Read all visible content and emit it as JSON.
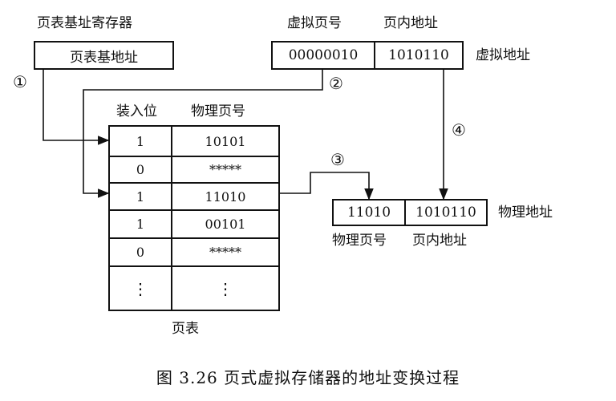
{
  "page_table_base_register": {
    "title": "页表基址寄存器",
    "content": "页表基地址"
  },
  "virtual_address": {
    "header_page_number": "虚拟页号",
    "header_offset": "页内地址",
    "page_number_value": "00000010",
    "offset_value": "1010110",
    "label": "虚拟地址"
  },
  "page_table": {
    "col_valid": "装入位",
    "col_frame": "物理页号",
    "rows": [
      {
        "valid": "1",
        "frame": "10101"
      },
      {
        "valid": "0",
        "frame": "*****"
      },
      {
        "valid": "1",
        "frame": "11010"
      },
      {
        "valid": "1",
        "frame": "00101"
      },
      {
        "valid": "0",
        "frame": "*****"
      },
      {
        "valid": "⋮",
        "frame": "⋮"
      }
    ],
    "label": "页表"
  },
  "physical_address": {
    "frame_value": "11010",
    "offset_value": "1010110",
    "label": "物理地址",
    "footer_frame": "物理页号",
    "footer_offset": "页内地址"
  },
  "markers": {
    "m1": "①",
    "m2": "②",
    "m3": "③",
    "m4": "④"
  },
  "caption": "图 3.26    页式虚拟存储器的地址变换过程"
}
